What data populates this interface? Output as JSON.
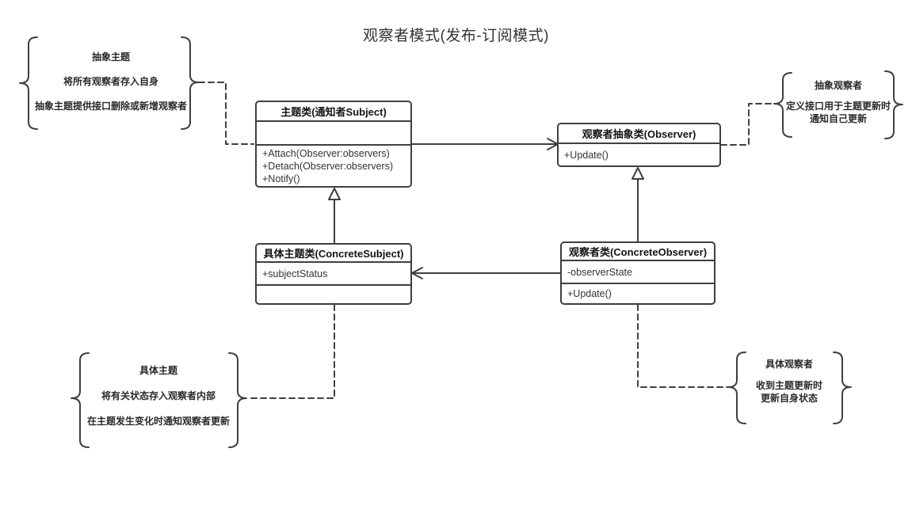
{
  "title": "观察者模式(发布-订阅模式)",
  "colors": {
    "stroke": "#3f3f3f",
    "text": "#333333",
    "background": "#ffffff"
  },
  "classes": {
    "subject": {
      "title": "主题类(通知者Subject)",
      "attributes": [],
      "methods": [
        "+Attach(Observer:observers)",
        "+Detach(Observer:observers)",
        "+Notify()"
      ]
    },
    "observer": {
      "title": "观察者抽象类(Observer)",
      "attributes": [],
      "methods": [
        "+Update()"
      ]
    },
    "concrete_subject": {
      "title": "具体主题类(ConcreteSubject)",
      "attributes": [
        "+subjectStatus"
      ],
      "methods": []
    },
    "concrete_observer": {
      "title": "观察者类(ConcreteObserver)",
      "attributes": [
        "-observerState"
      ],
      "methods": [
        "+Update()"
      ]
    }
  },
  "annotations": {
    "abstract_subject": {
      "lines": [
        "抽象主题",
        "将所有观察者存入自身",
        "抽象主题提供接口删除或新增观察者"
      ]
    },
    "abstract_observer": {
      "lines": [
        "抽象观察者",
        "定义接口用于主题更新时",
        "通知自己更新"
      ]
    },
    "concrete_subject": {
      "lines": [
        "具体主题",
        "将有关状态存入观察者内部",
        "在主题发生变化时通知观察者更新"
      ]
    },
    "concrete_observer": {
      "lines": [
        "具体观察者",
        "收到主题更新时",
        "更新自身状态"
      ]
    }
  },
  "relationships": [
    {
      "type": "association",
      "from": "主题类(通知者Subject)",
      "to": "观察者抽象类(Observer)",
      "line": "solid-open-arrow"
    },
    {
      "type": "generalization",
      "from": "具体主题类(ConcreteSubject)",
      "to": "主题类(通知者Subject)",
      "line": "solid-hollow-triangle"
    },
    {
      "type": "generalization",
      "from": "观察者类(ConcreteObserver)",
      "to": "观察者抽象类(Observer)",
      "line": "solid-hollow-triangle"
    },
    {
      "type": "association",
      "from": "观察者类(ConcreteObserver)",
      "to": "具体主题类(ConcreteSubject)",
      "line": "solid-open-arrow"
    },
    {
      "type": "note-link",
      "from": "抽象主题",
      "to": "主题类(通知者Subject)",
      "line": "dashed"
    },
    {
      "type": "note-link",
      "from": "观察者抽象类(Observer)",
      "to": "抽象观察者",
      "line": "dashed"
    },
    {
      "type": "note-link",
      "from": "具体主题类(ConcreteSubject)",
      "to": "具体主题",
      "line": "dashed"
    },
    {
      "type": "note-link",
      "from": "观察者类(ConcreteObserver)",
      "to": "具体观察者",
      "line": "dashed"
    }
  ]
}
